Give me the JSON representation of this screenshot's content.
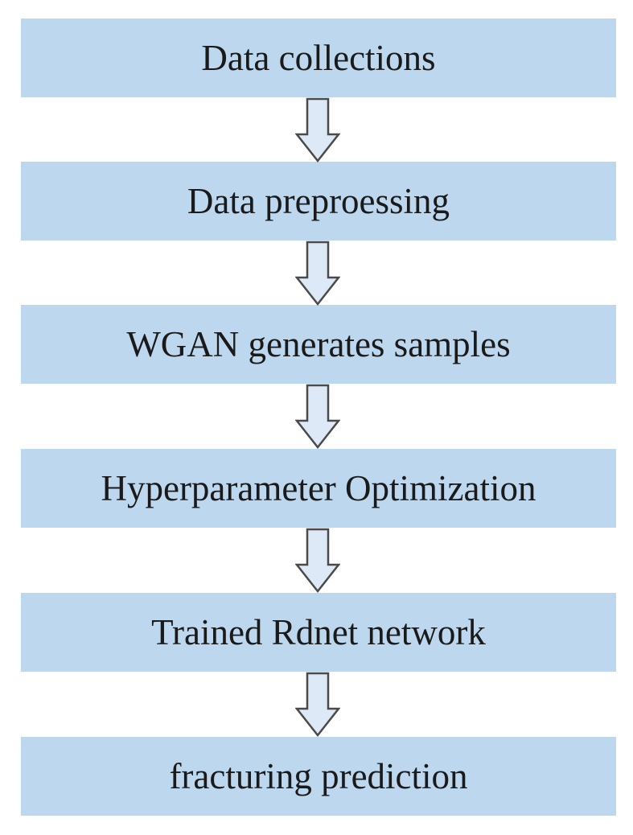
{
  "colors": {
    "box_fill": "#bdd7ee",
    "arrow_fill": "#dde9f6",
    "arrow_stroke": "#4a4a4a",
    "text": "#1a1a1a"
  },
  "steps": [
    {
      "label": "Data collections"
    },
    {
      "label": "Data preproessing"
    },
    {
      "label": "WGAN generates samples"
    },
    {
      "label": "Hyperparameter Optimization"
    },
    {
      "label": "Trained Rdnet network"
    },
    {
      "label": "fracturing prediction"
    }
  ],
  "connector_icon": "down-arrow-icon"
}
